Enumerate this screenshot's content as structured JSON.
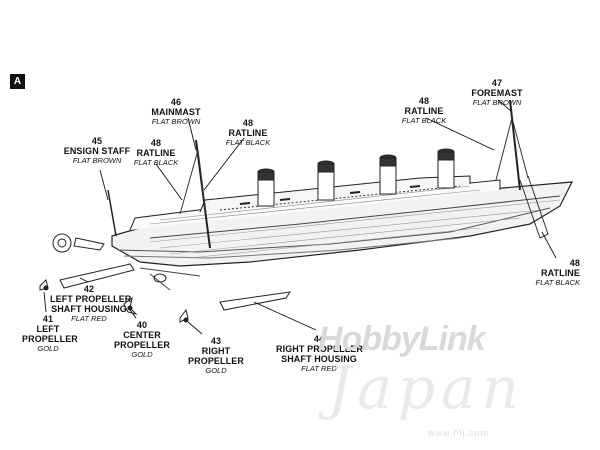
{
  "step": "A",
  "parts": [
    {
      "id": "foremast",
      "num": "47",
      "name": "FOREMAST",
      "finish": "FLAT BROWN"
    },
    {
      "id": "mainmast",
      "num": "46",
      "name": "MAINMAST",
      "finish": "FLAT BROWN"
    },
    {
      "id": "ratline-mid",
      "num": "48",
      "name": "RATLINE",
      "finish": "FLAT BLACK"
    },
    {
      "id": "ratline-fore-top",
      "num": "48",
      "name": "RATLINE",
      "finish": "FLAT BLACK"
    },
    {
      "id": "ratline-aft",
      "num": "48",
      "name": "RATLINE",
      "finish": "FLAT BLACK"
    },
    {
      "id": "ensign-staff",
      "num": "45",
      "name": "ENSIGN STAFF",
      "finish": "FLAT BROWN"
    },
    {
      "id": "ratline-bow",
      "num": "48",
      "name": "RATLINE",
      "finish": "FLAT BLACK"
    },
    {
      "id": "left-shaft",
      "num": "42",
      "name1": "LEFT PROPELLER",
      "name2": "SHAFT HOUSING",
      "finish": "FLAT RED"
    },
    {
      "id": "left-prop",
      "num": "41",
      "name1": "LEFT",
      "name2": "PROPELLER",
      "finish": "GOLD"
    },
    {
      "id": "center-prop",
      "num": "40",
      "name1": "CENTER",
      "name2": "PROPELLER",
      "finish": "GOLD"
    },
    {
      "id": "right-prop",
      "num": "43",
      "name1": "RIGHT",
      "name2": "PROPELLER",
      "finish": "GOLD"
    },
    {
      "id": "right-shaft",
      "num": "44",
      "name1": "RIGHT PROPELLER",
      "name2": "SHAFT HOUSING",
      "finish": "FLAT RED"
    }
  ],
  "watermark": {
    "brand": "HobbyLink",
    "script": "Japan",
    "url": "www.hlj.com"
  }
}
